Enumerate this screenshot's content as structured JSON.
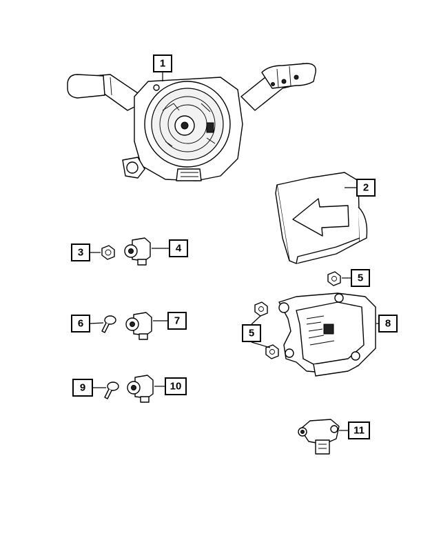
{
  "diagram": {
    "callouts": [
      {
        "id": "c1",
        "label": "1"
      },
      {
        "id": "c2",
        "label": "2"
      },
      {
        "id": "c3",
        "label": "3"
      },
      {
        "id": "c4",
        "label": "4"
      },
      {
        "id": "c5a",
        "label": "5"
      },
      {
        "id": "c5b",
        "label": "5"
      },
      {
        "id": "c6",
        "label": "6"
      },
      {
        "id": "c7",
        "label": "7"
      },
      {
        "id": "c8",
        "label": "8"
      },
      {
        "id": "c9",
        "label": "9"
      },
      {
        "id": "c10",
        "label": "10"
      },
      {
        "id": "c11",
        "label": "11"
      }
    ],
    "colors": {
      "line": "#000000",
      "background": "#ffffff",
      "shade": "#f2f2f2"
    }
  }
}
